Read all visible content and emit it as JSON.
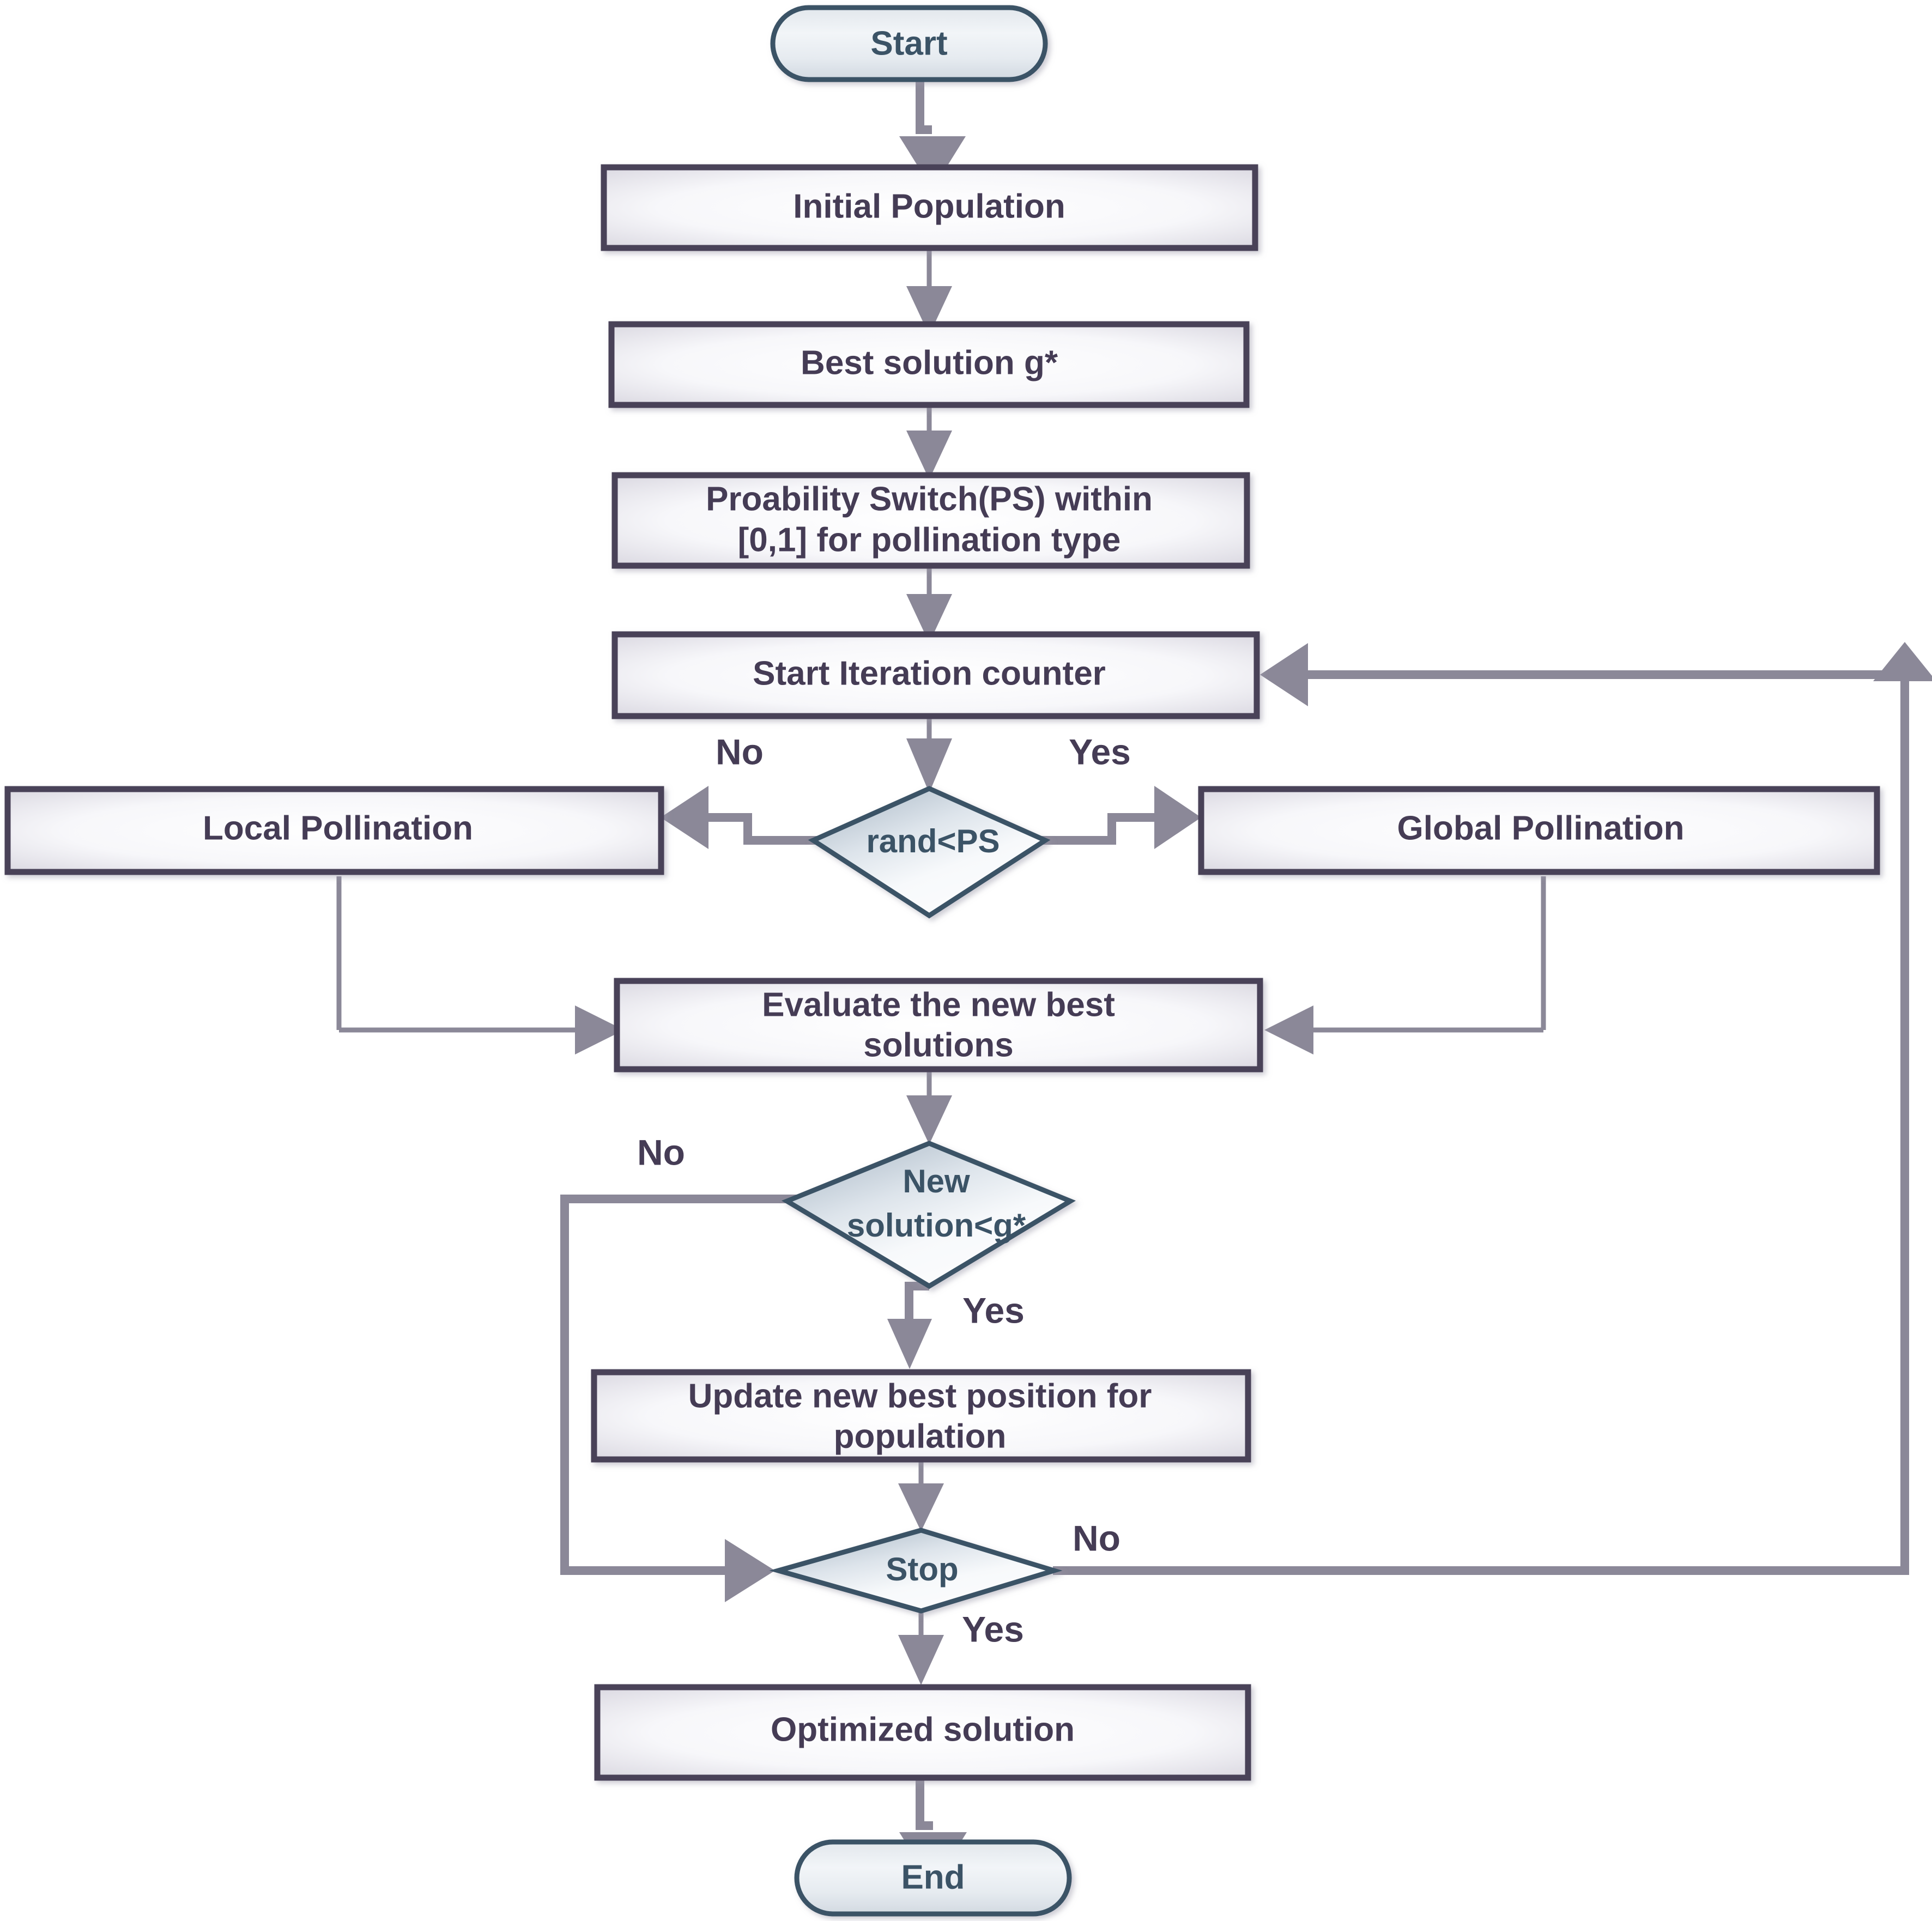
{
  "diagram": {
    "title": "Flower Pollination Algorithm Flowchart",
    "background_color": "#ffffff",
    "connector_color": "#8B8898",
    "process_border_color": "#4A4258",
    "process_text_color": "#453C55",
    "terminator_border_color": "#3B5366",
    "terminator_text_color": "#3B5366",
    "decision_border_color": "#3B5366",
    "decision_text_color": "#3B5366"
  },
  "nodes": {
    "start": {
      "id": "start",
      "shape": "terminator",
      "label": "Start"
    },
    "initial_population": {
      "id": "initial_population",
      "shape": "process",
      "label": "Initial Population"
    },
    "best_solution": {
      "id": "best_solution",
      "shape": "process",
      "label": "Best solution g*"
    },
    "probability_switch": {
      "id": "probability_switch",
      "shape": "process",
      "line1": "Proability Switch(PS) within",
      "line2": "[0,1] for pollination type"
    },
    "start_iteration": {
      "id": "start_iteration",
      "shape": "process",
      "label": "Start Iteration counter"
    },
    "rand_ps": {
      "id": "rand_ps",
      "shape": "decision",
      "label": "rand<PS"
    },
    "local_pollination": {
      "id": "local_pollination",
      "shape": "process",
      "label": "Local Pollination"
    },
    "global_pollination": {
      "id": "global_pollination",
      "shape": "process",
      "label": "Global Pollination"
    },
    "evaluate": {
      "id": "evaluate",
      "shape": "process",
      "line1": "Evaluate the new best",
      "line2": "solutions"
    },
    "new_solution": {
      "id": "new_solution",
      "shape": "decision",
      "line1": "New",
      "line2": "solution<g*"
    },
    "update_position": {
      "id": "update_position",
      "shape": "process",
      "line1": "Update new best position for",
      "line2": "population"
    },
    "stop": {
      "id": "stop",
      "shape": "decision",
      "label": "Stop"
    },
    "optimized_solution": {
      "id": "optimized_solution",
      "shape": "process",
      "label": "Optimized solution"
    },
    "end": {
      "id": "end",
      "shape": "terminator",
      "label": "End"
    }
  },
  "edge_labels": {
    "rand_ps_no": "No",
    "rand_ps_yes": "Yes",
    "new_solution_no": "No",
    "new_solution_yes": "Yes",
    "stop_no": "No",
    "stop_yes": "Yes"
  }
}
